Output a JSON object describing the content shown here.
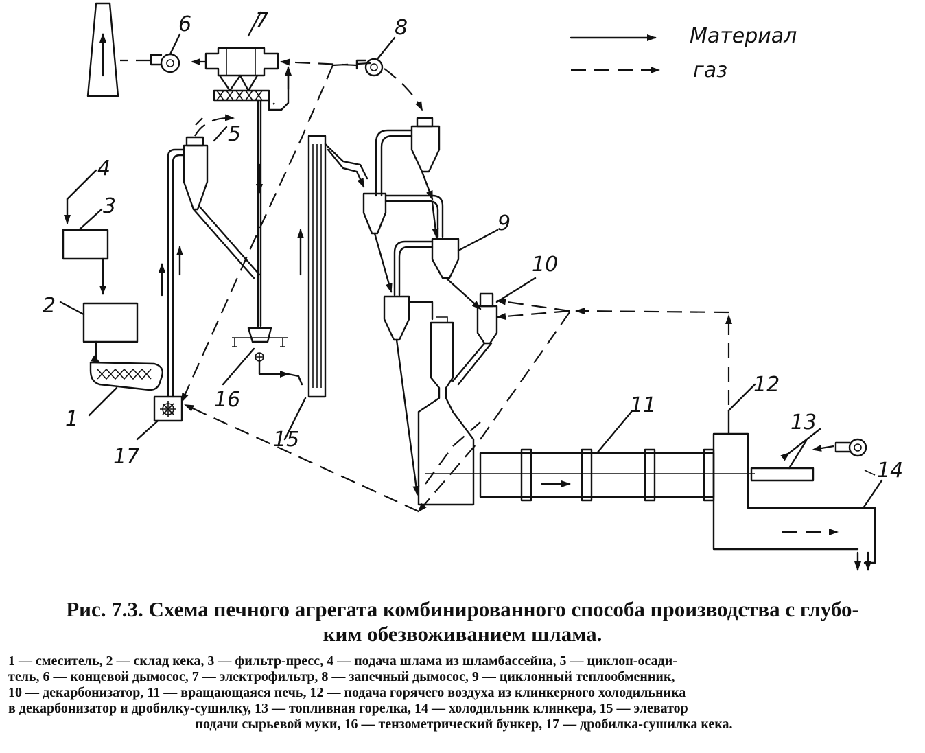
{
  "legend": {
    "material": "Материал",
    "gas": "газ"
  },
  "labels": {
    "n1": "1",
    "n2": "2",
    "n3": "3",
    "n4": "4",
    "n5": "5",
    "n6": "6",
    "n7": "7",
    "n8": "8",
    "n9": "9",
    "n10": "10",
    "n11": "11",
    "n12": "12",
    "n13": "13",
    "n14": "14",
    "n15": "15",
    "n16": "16",
    "n17": "17"
  },
  "caption": {
    "title_line1": "Рис. 7.3. Схема печного агрегата комбинированного способа производства с глубо-",
    "title_line2": "ким обезвоживанием шлама.",
    "items_line1": "1 — смеситель, 2 — склад кека, 3 — фильтр-пресс, 4 — подача шлама из шламбассейна, 5 — циклон-осади-",
    "items_line2": "тель, 6 — концевой дымосос, 7 — электрофильтр, 8 — запечный дымосос, 9 — циклонный теплообменник,",
    "items_line3": "10 — декарбонизатор, 11 — вращающаяся печь, 12 — подача горячего воздуха из клинкерного холодильника",
    "items_line4": "в декарбонизатор и дробилку-сушилку, 13 — топливная горелка, 14 — холодильник клинкера, 15 — элеватор",
    "items_line5": "подачи сырьевой муки, 16 — тензометрический бункер, 17 — дробилка-сушилка кека."
  }
}
